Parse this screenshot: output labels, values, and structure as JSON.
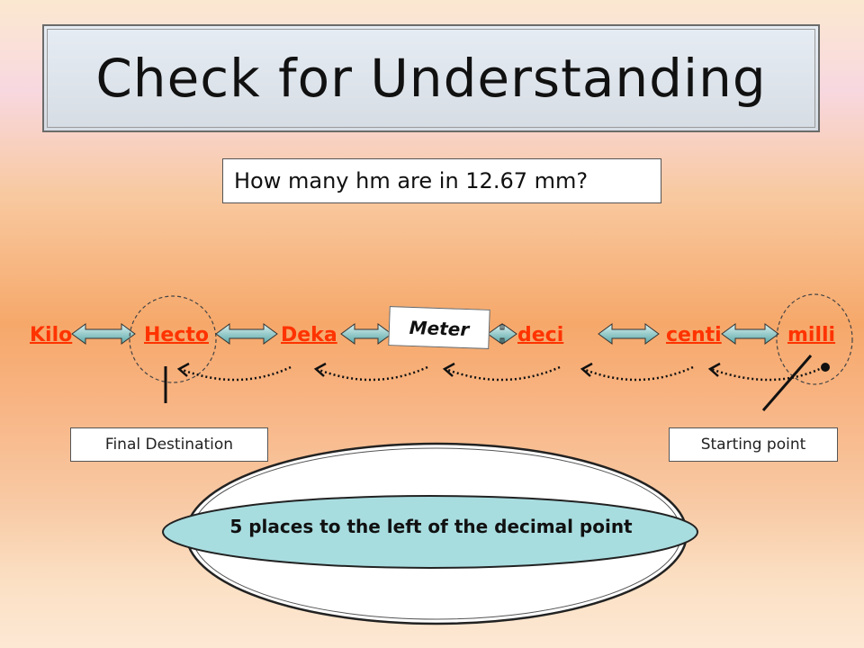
{
  "title": "Check for Understanding",
  "question": "How many hm are in 12.67 mm?",
  "units": {
    "kilo": "Kilo",
    "hecto": "Hecto",
    "deka": "Deka",
    "meter": "Meter",
    "deci": "deci",
    "centi": "centi",
    "milli": "milli"
  },
  "labels": {
    "final_destination": "Final Destination",
    "starting_point": "Starting point"
  },
  "answer": "5 places to the left of the decimal point",
  "colors": {
    "unit_text": "#ff3300",
    "arrow_fill": "#5aa7a7",
    "answer_oval": "#a8dde0"
  }
}
